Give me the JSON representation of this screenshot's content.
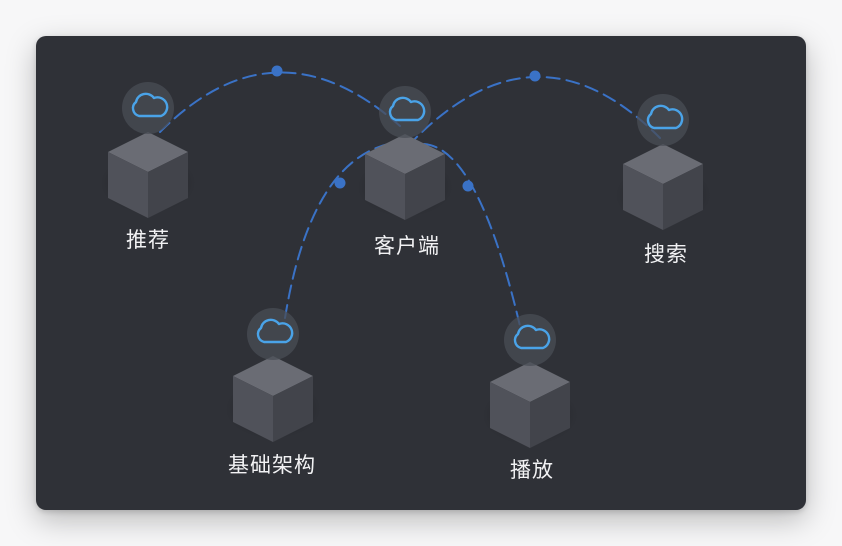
{
  "nodes": [
    {
      "id": "recommend",
      "label": "推荐",
      "icon": "cloud-icon"
    },
    {
      "id": "client",
      "label": "客户端",
      "icon": "cloud-icon"
    },
    {
      "id": "search",
      "label": "搜索",
      "icon": "cloud-icon"
    },
    {
      "id": "infrastructure",
      "label": "基础架构",
      "icon": "cloud-icon"
    },
    {
      "id": "playback",
      "label": "播放",
      "icon": "cloud-icon"
    }
  ],
  "edges": [
    {
      "from": "recommend",
      "to": "client"
    },
    {
      "from": "client",
      "to": "search"
    },
    {
      "from": "infrastructure",
      "to": "client"
    },
    {
      "from": "client",
      "to": "playback"
    }
  ],
  "colors": {
    "background": "#2f3137",
    "connector": "#3a72c6",
    "cloud": "#4aa3e8",
    "cube_top": "#6a6c74",
    "cube_left": "#50525a",
    "cube_right": "#42444b",
    "label": "#f2f2f4"
  }
}
